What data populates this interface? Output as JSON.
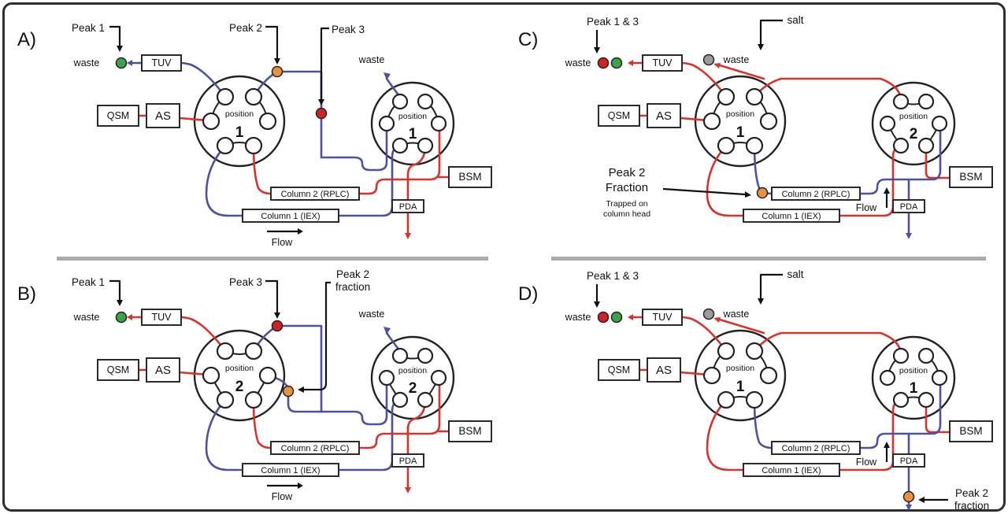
{
  "colors": {
    "tube_red": "#d8322d",
    "tube_blue": "#4d52a0",
    "dot_green": "#3da348",
    "dot_red": "#cf2128",
    "dot_orange": "#e8913f",
    "dot_gray": "#9b9b9b",
    "divider": "#ababab"
  },
  "panels": [
    {
      "letter": "A)",
      "peak1": "Peak 1",
      "peak2": "Peak 2",
      "peak3": "Peak 3",
      "waste_left": "waste",
      "waste_right": "waste",
      "tuv": "TUV",
      "qsm": "QSM",
      "as": "AS",
      "bsm": "BSM",
      "pda": "PDA",
      "column2": "Column 2 (RPLC)",
      "column1": "Column 1 (IEX)",
      "flow": "Flow",
      "valve1_caption": "position",
      "valve1_position": "1",
      "valve2_caption": "position",
      "valve2_position": "1"
    },
    {
      "letter": "B)",
      "peak1": "Peak 1",
      "peak3": "Peak 3",
      "peak2_fraction_line1": "Peak 2",
      "peak2_fraction_line2": "fraction",
      "waste_left": "waste",
      "waste_right": "waste",
      "tuv": "TUV",
      "qsm": "QSM",
      "as": "AS",
      "bsm": "BSM",
      "pda": "PDA",
      "column2": "Column 2 (RPLC)",
      "column1": "Column 1 (IEX)",
      "flow": "Flow",
      "valve1_caption": "position",
      "valve1_position": "2",
      "valve2_caption": "position",
      "valve2_position": "2"
    },
    {
      "letter": "C)",
      "peak13": "Peak 1 & 3",
      "salt": "salt",
      "waste_left": "waste",
      "waste_mid": "waste",
      "annotation_line1": "Peak 2",
      "annotation_line2": "Fraction",
      "annotation_line3": "Trapped on",
      "annotation_line4": "column head",
      "tuv": "TUV",
      "qsm": "QSM",
      "as": "AS",
      "bsm": "BSM",
      "pda": "PDA",
      "column2": "Column 2 (RPLC)",
      "column1": "Column 1 (IEX)",
      "flow": "Flow",
      "valve1_caption": "position",
      "valve1_position": "1",
      "valve2_caption": "position",
      "valve2_position": "2"
    },
    {
      "letter": "D)",
      "peak13": "Peak 1 & 3",
      "salt": "salt",
      "waste_left": "waste",
      "waste_mid": "waste",
      "peak2_fraction_line1": "Peak 2",
      "peak2_fraction_line2": "fraction",
      "tuv": "TUV",
      "qsm": "QSM",
      "as": "AS",
      "bsm": "BSM",
      "pda": "PDA",
      "column2": "Column 2 (RPLC)",
      "column1": "Column 1 (IEX)",
      "flow": "Flow",
      "valve1_caption": "position",
      "valve1_position": "1",
      "valve2_caption": "position",
      "valve2_position": "1"
    }
  ]
}
